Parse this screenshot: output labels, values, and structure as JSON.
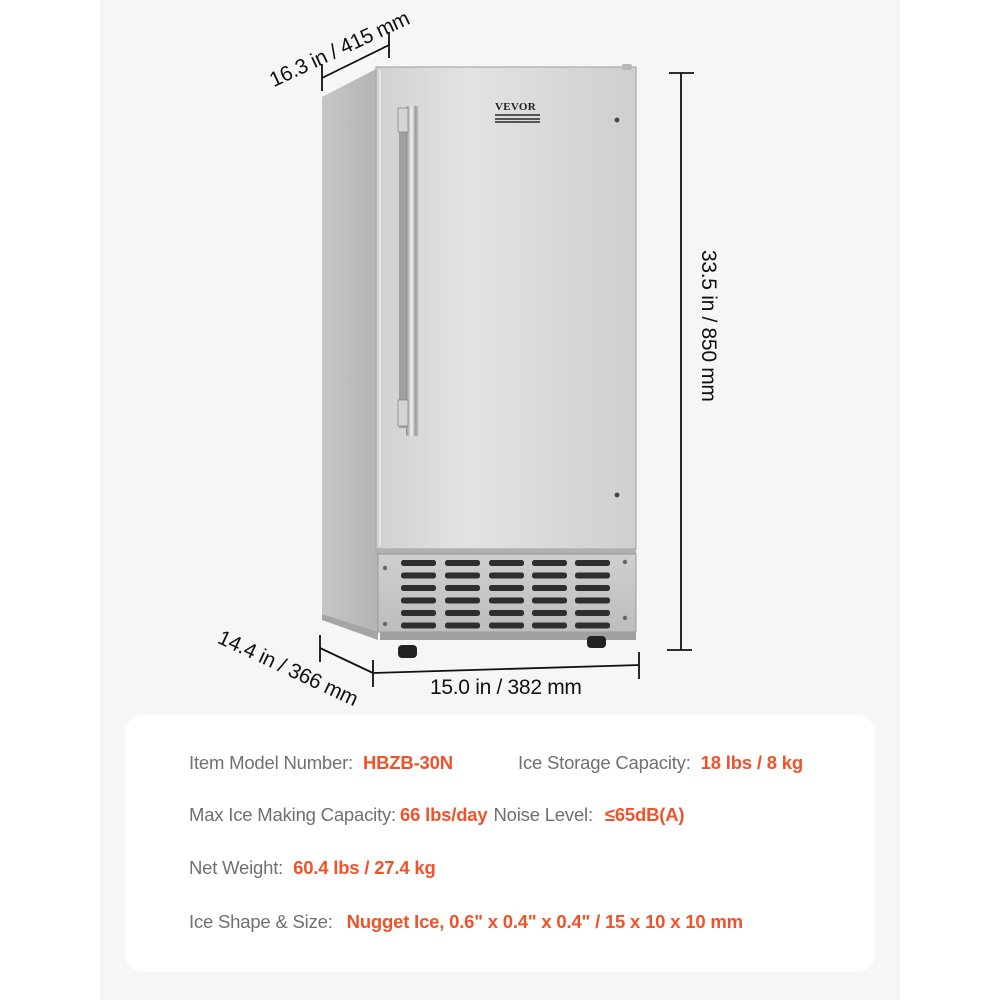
{
  "brand": {
    "logo_text": "VEVOR"
  },
  "product": {
    "name": "Stainless steel under-counter ice maker",
    "colors": {
      "steel_light": "#dedede",
      "steel_mid": "#c8c8c8",
      "steel_dark": "#a9a9a9",
      "vent_slot": "#2a2a2a",
      "dimension_line": "#111111"
    }
  },
  "dimensions": {
    "depth_top": "16.3 in / 415 mm",
    "height": "33.5 in / 850 mm",
    "depth_bottom": "14.4 in / 366 mm",
    "width": "15.0 in / 382 mm"
  },
  "specs": {
    "accent_color": "#f0522a",
    "label_color": "#707070",
    "model": {
      "label": "Item Model Number:",
      "value": "HBZB-30N"
    },
    "storage": {
      "label": "Ice Storage Capacity:",
      "value": "18 lbs / 8 kg"
    },
    "max_making": {
      "label": "Max Ice Making Capacity:",
      "value": "66 lbs/day"
    },
    "noise": {
      "label": "Noise Level:",
      "value": "≤65dB(A)"
    },
    "weight": {
      "label": "Net Weight:",
      "value": "60.4 lbs / 27.4 kg"
    },
    "shape": {
      "label": "Ice Shape & Size:",
      "value": "Nugget Ice, 0.6\" x 0.4\" x 0.4\" / 15 x 10 x 10 mm"
    }
  }
}
